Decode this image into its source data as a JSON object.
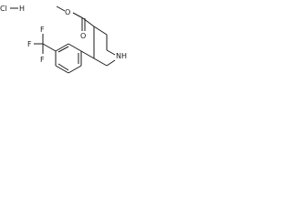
{
  "structure": {
    "salt": {
      "cl": "Cl",
      "h": "H"
    },
    "atoms": {
      "carbonyl_o": "O",
      "ester_o": "O",
      "ring_nh": "NH",
      "f_top": "F",
      "f_left": "F",
      "f_bottom": "F"
    }
  },
  "colors": {
    "ink": "#1a1a1a",
    "background": "#ffffff"
  }
}
